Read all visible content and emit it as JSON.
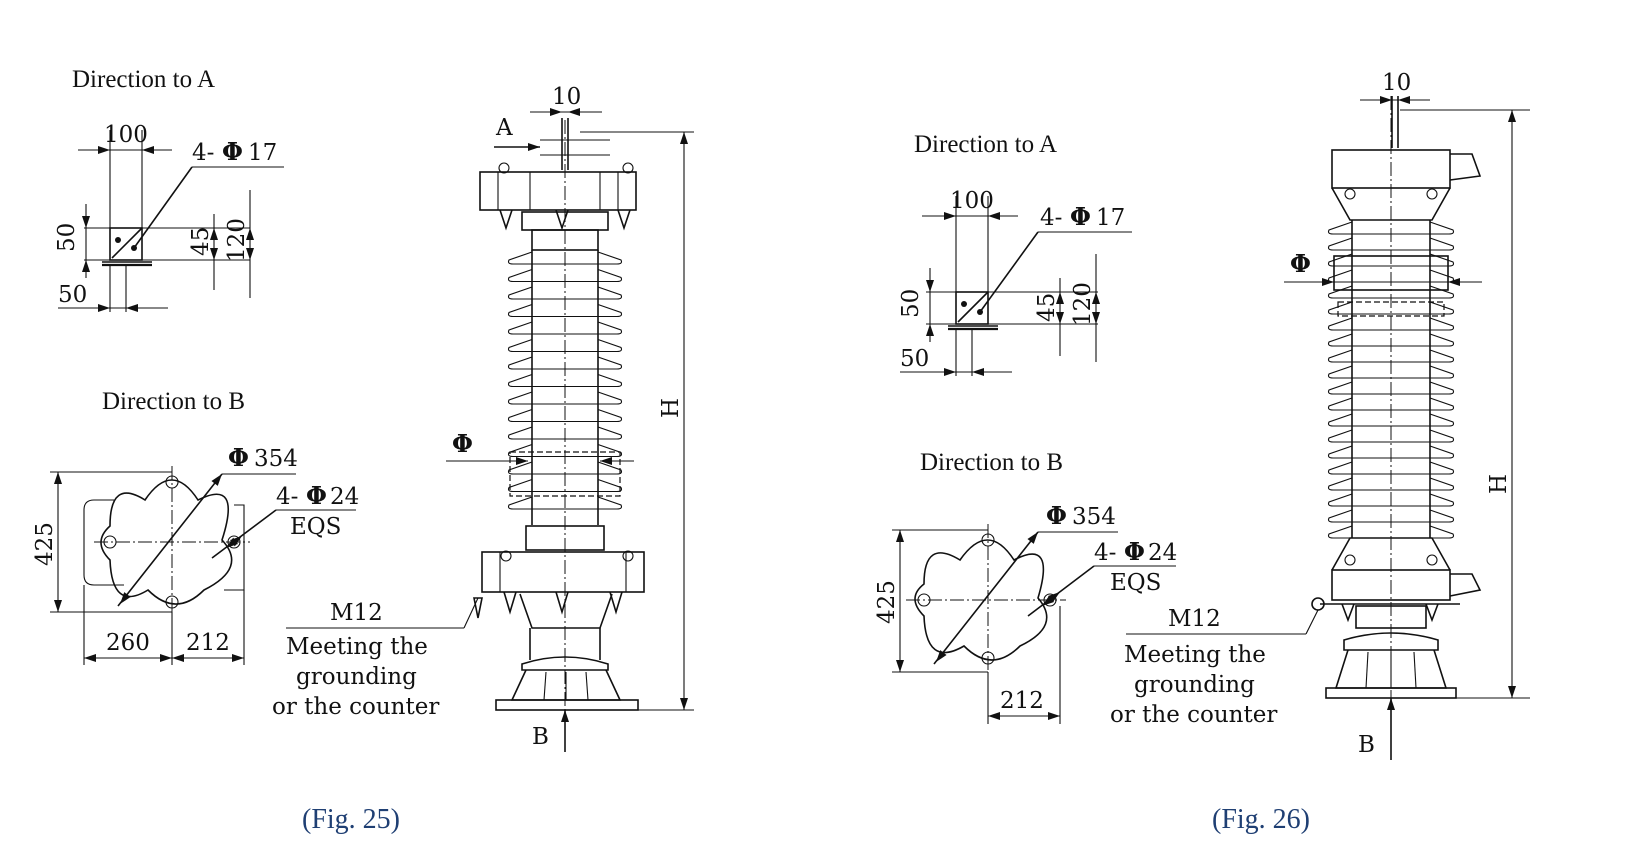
{
  "fig25": {
    "caption": "(Fig. 25)",
    "dir_a": {
      "title": "Direction to A",
      "dim_100": "100",
      "hole_note_prefix": "4-",
      "hole_phi": "Φ",
      "hole_size": "17",
      "dim_50_vert": "50",
      "dim_45": "45",
      "dim_120": "120",
      "dim_50_horiz": "50"
    },
    "dir_b": {
      "title": "Direction to B",
      "circle_phi": "Φ",
      "circle_dia": "354",
      "holes_prefix": "4-",
      "holes_phi": "Φ",
      "holes_size": "24",
      "holes_note": "EQS",
      "dim_425": "425",
      "dim_260": "260",
      "dim_212": "212"
    },
    "main": {
      "dim_10": "10",
      "label_a": "A",
      "label_b": "B",
      "label_h": "H",
      "label_phi": "Φ",
      "m12": "M12",
      "note_line1": "Meeting the",
      "note_line2": "grounding",
      "note_line3": "or the counter"
    }
  },
  "fig26": {
    "caption": "(Fig. 26)",
    "dir_a": {
      "title": "Direction to A",
      "dim_100": "100",
      "hole_note_prefix": "4-",
      "hole_phi": "Φ",
      "hole_size": "17",
      "dim_50_vert": "50",
      "dim_45": "45",
      "dim_120": "120",
      "dim_50_horiz": "50"
    },
    "dir_b": {
      "title": "Direction to B",
      "circle_phi": "Φ",
      "circle_dia": "354",
      "holes_prefix": "4-",
      "holes_phi": "Φ",
      "holes_size": "24",
      "holes_note": "EQS",
      "dim_425": "425",
      "dim_212": "212"
    },
    "main": {
      "dim_10": "10",
      "label_b": "B",
      "label_h": "H",
      "label_phi": "Φ",
      "m12": "M12",
      "note_line1": "Meeting the",
      "note_line2": "grounding",
      "note_line3": "or the counter"
    }
  }
}
